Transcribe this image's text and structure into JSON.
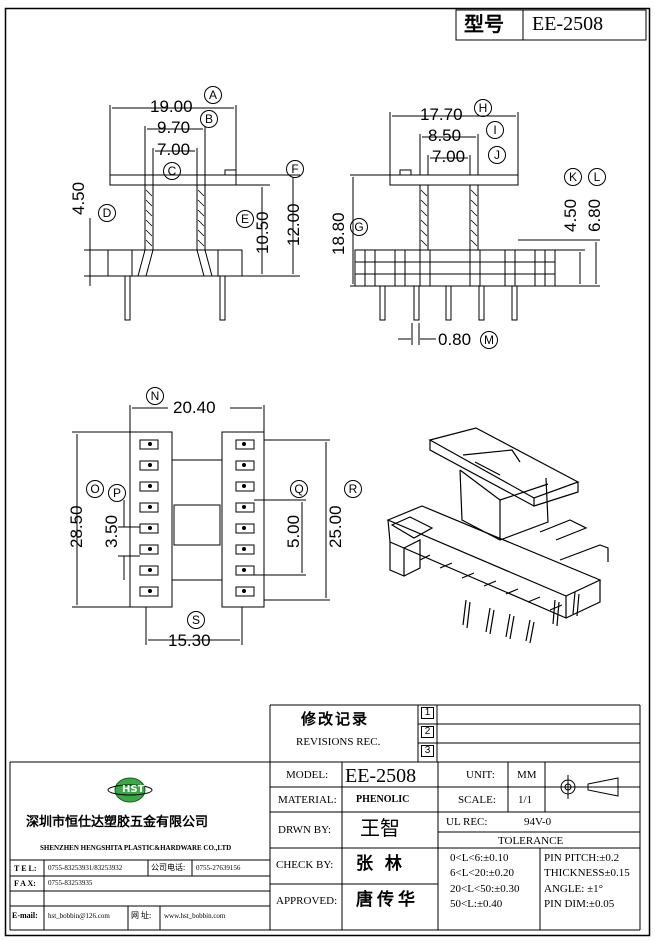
{
  "header": {
    "model_label": "型号",
    "model_value": "EE-2508"
  },
  "front_view": {
    "dims": [
      {
        "value": "19.00",
        "letter": "A"
      },
      {
        "value": "9.70",
        "letter": "B"
      },
      {
        "value": "7.00",
        "letter": "C"
      },
      {
        "value": "4.50",
        "letter": "D"
      },
      {
        "value": "10.50",
        "letter": "E"
      },
      {
        "value": "12.00",
        "letter": "F"
      }
    ]
  },
  "side_view": {
    "dims": [
      {
        "value": "17.70",
        "letter": "H"
      },
      {
        "value": "8.50",
        "letter": "I"
      },
      {
        "value": "7.00",
        "letter": "J"
      },
      {
        "value": "18.80",
        "letter": "G"
      },
      {
        "value": "4.50",
        "letter": "K"
      },
      {
        "value": "6.80",
        "letter": "L"
      },
      {
        "value": "0.80",
        "letter": "M"
      }
    ]
  },
  "bottom_view": {
    "dims": [
      {
        "value": "20.40",
        "letter": "N"
      },
      {
        "value": "28.50",
        "letter": "O"
      },
      {
        "value": "3.50",
        "letter": "P"
      },
      {
        "value": "5.00",
        "letter": "Q"
      },
      {
        "value": "25.00",
        "letter": "R"
      },
      {
        "value": "15.30",
        "letter": "S"
      }
    ]
  },
  "revisions": {
    "title": "修改记录",
    "subtitle": "REVISIONS REC.",
    "marks": [
      "1",
      "2",
      "3"
    ]
  },
  "company": {
    "logo_text": "HST",
    "name_cn": "深圳市恒仕达塑胶五金有限公司",
    "name_en": "SHENZHEN HENGSHITA PLASTIC&HARDWARE CO.,LTD",
    "tel_label": "T E L:",
    "tel_value": "0755-83253931/83253932",
    "mobile_label": "公司电话:",
    "mobile_value": "0755-27639156",
    "fax_label": "F A X:",
    "fax_value": "0755-83253935",
    "email_label": "E-mail:",
    "email_value": "hst_bobbin@126.com",
    "web_label": "网 址:",
    "web_value": "www.hst_bobbin.com"
  },
  "title_block": {
    "model_label": "MODEL:",
    "model_value": "EE-2508",
    "material_label": "MATERIAL:",
    "material_value": "PHENOLIC",
    "drawn_label": "DRWN BY:",
    "drawn_value": "王智",
    "check_label": "CHECK BY:",
    "check_value": "张  林",
    "approved_label": "APPROVED:",
    "approved_value": "唐传华",
    "unit_label": "UNIT:",
    "unit_value": "MM",
    "scale_label": "SCALE:",
    "scale_value": "1/1",
    "ul_label": "UL REC:",
    "ul_value": "94V-0",
    "tolerance_title": "TOLERANCE",
    "tolerance_left": [
      "0<L<6:±0.10",
      "6<L<20:±0.20",
      "20<L<50:±0.30",
      "50<L:±0.40"
    ],
    "tolerance_right": [
      "PIN PITCH:±0.2",
      "THICKNESS±0.15",
      "ANGLE: ±1°",
      "PIN DIM:±0.05"
    ]
  }
}
